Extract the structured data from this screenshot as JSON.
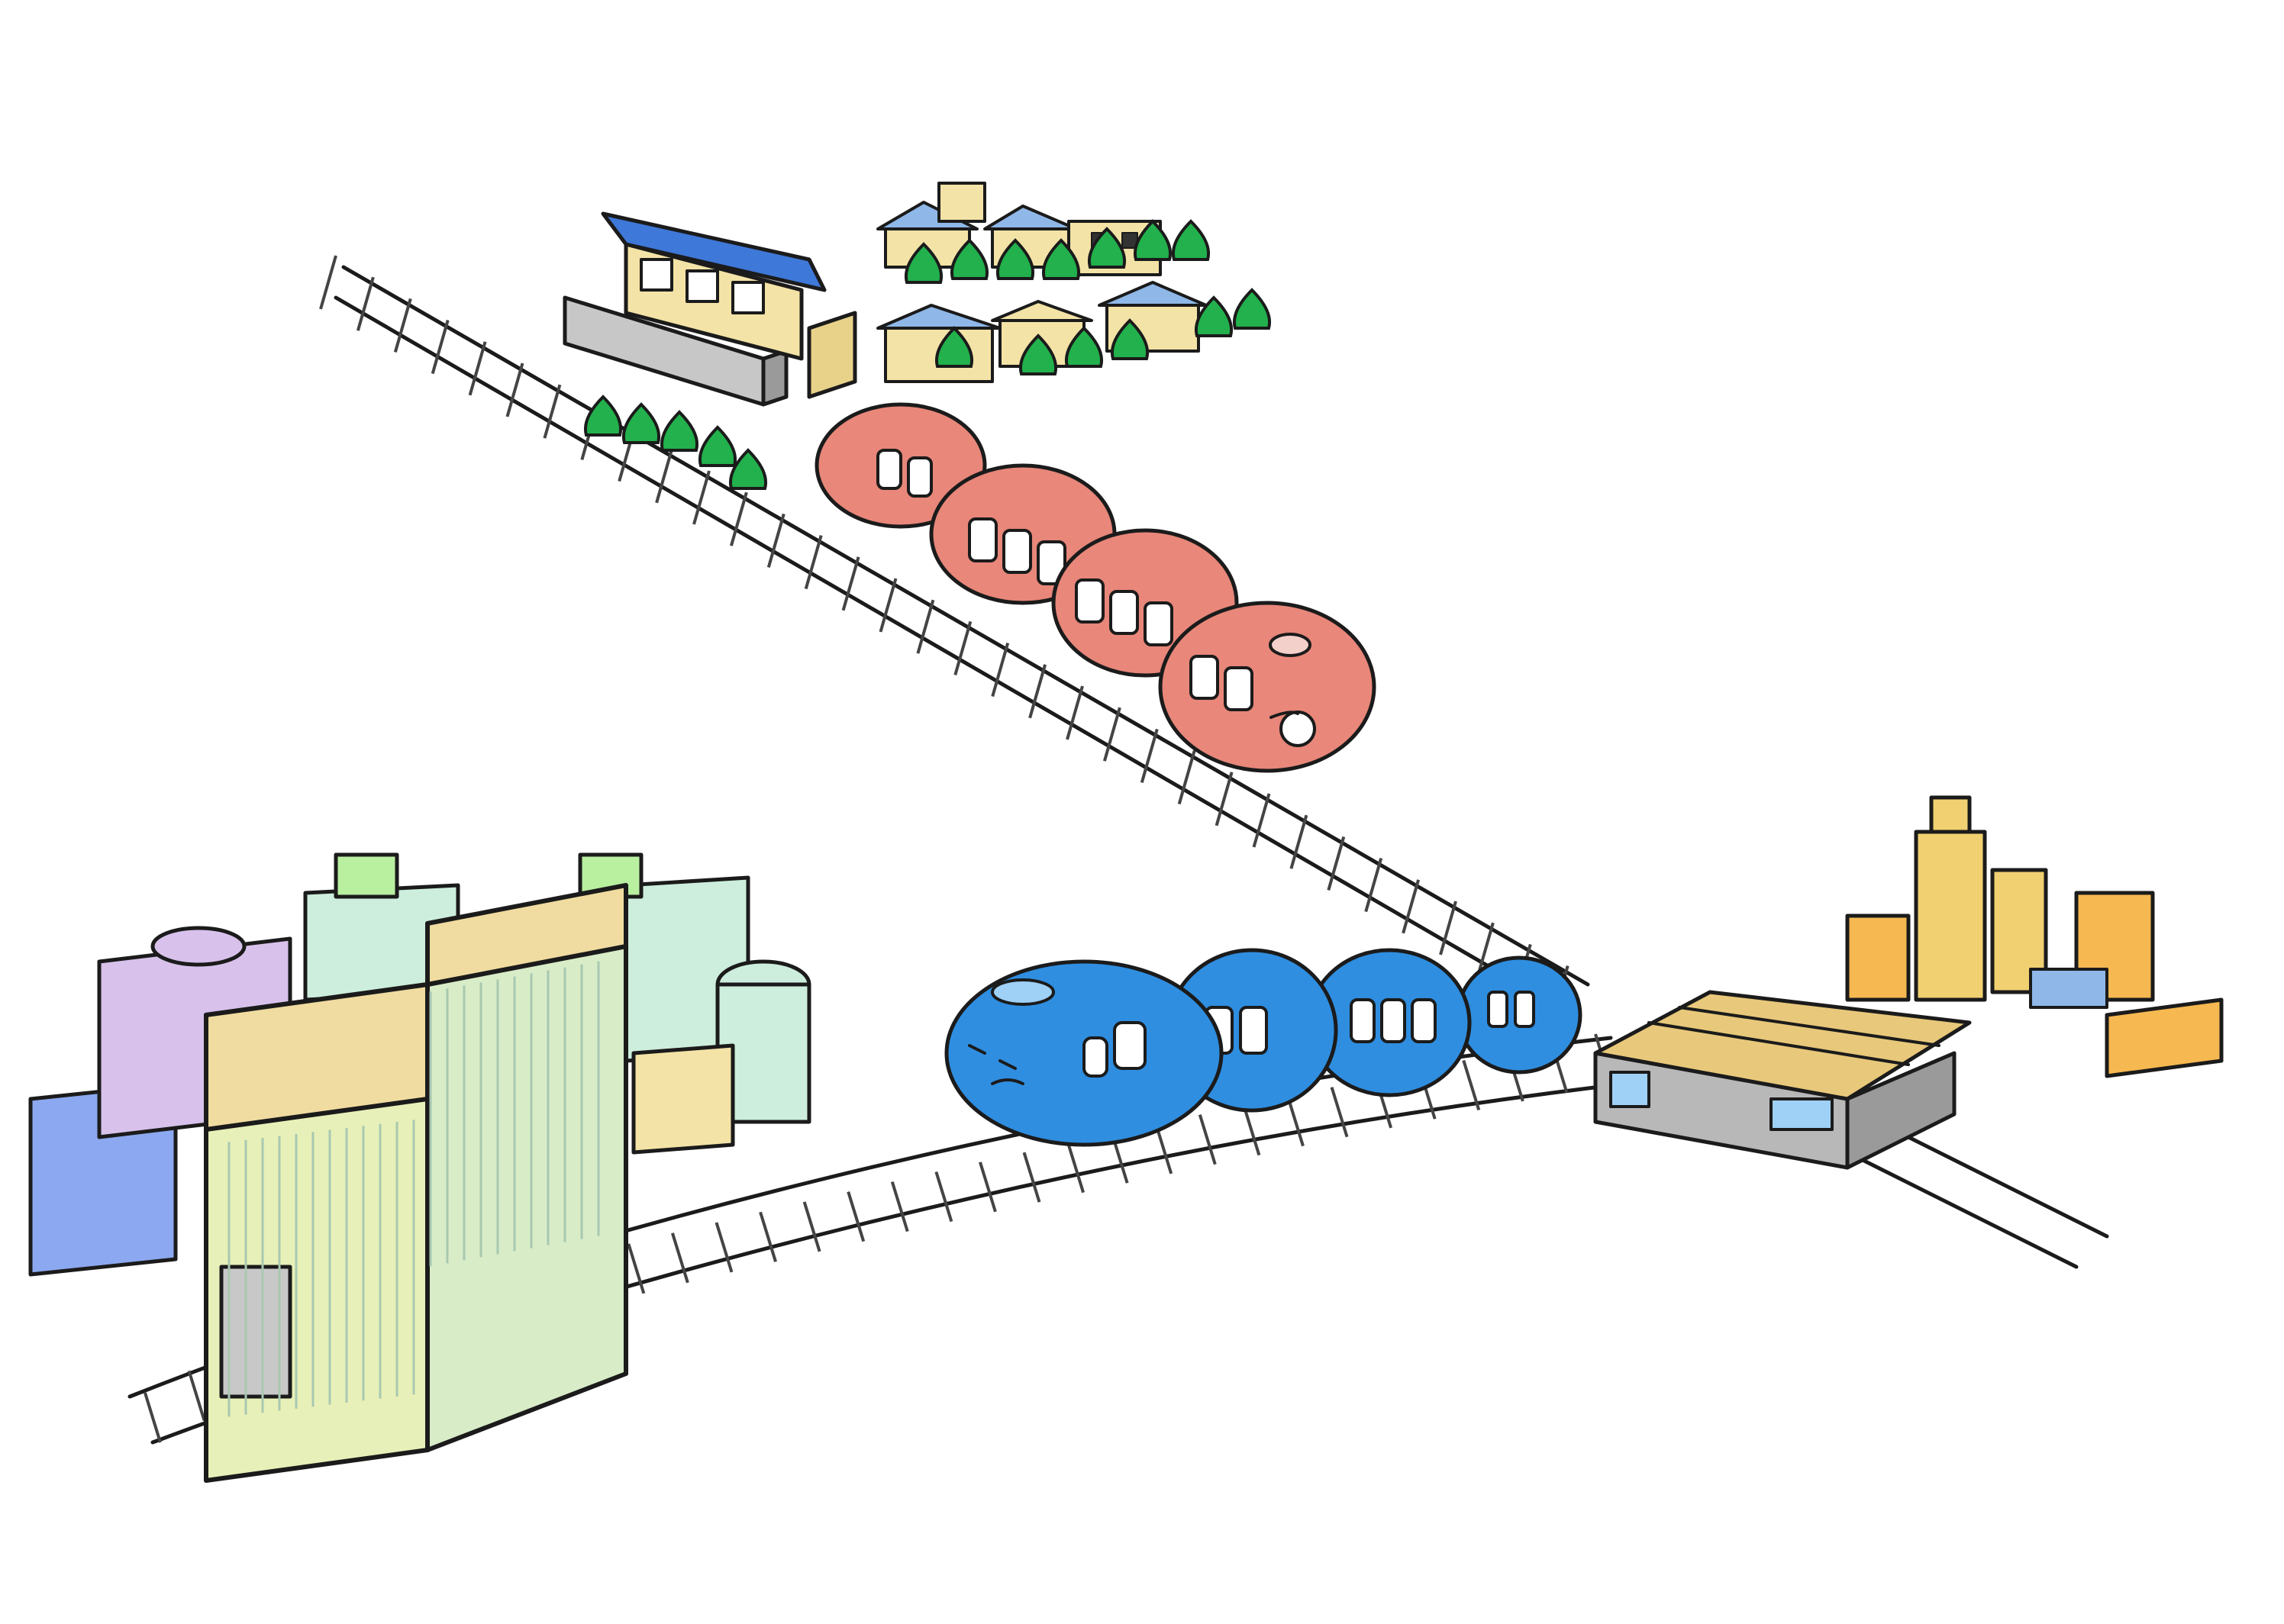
{
  "colors": {
    "background": "#ffffff",
    "ink": "#1b1b1b",
    "rail": "#8a8a8a",
    "red_train": "#e8877a",
    "red_train_shadow": "#c8645a",
    "blue_train": "#2f8ee0",
    "blue_train_shadow": "#1f6cb8",
    "tree": "#22b14c",
    "house_wall": "#f3e3a6",
    "house_roof": "#8fb8e8",
    "station_roof": "#e8c87a",
    "station_body": "#b8b8b8",
    "tall_building": "#e7f0b8",
    "city_purple": "#d8c2ec",
    "city_blue": "#8ca8f0",
    "city_green": "#cdeedc",
    "terminal_tower": "#f0d070",
    "terminal_tower_orange": "#f6b850"
  },
  "scene": {
    "elements": [
      "rural-station",
      "village-houses",
      "trees",
      "upper-railway-track",
      "red-train",
      "blue-train",
      "lower-railway-track",
      "terminal-station",
      "terminal-towers",
      "city-buildings",
      "tall-building"
    ]
  }
}
